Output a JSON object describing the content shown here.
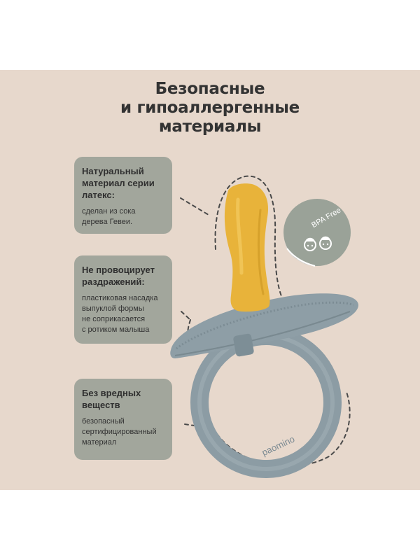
{
  "title": {
    "line1": "Безопасные",
    "line2": "и гипоаллергенные",
    "line3": "материалы"
  },
  "cards": [
    {
      "heading_lines": [
        "Натуральный",
        "материал серии",
        "латекс:"
      ],
      "body_lines": [
        "сделан из сока",
        "дерева Гевеи."
      ]
    },
    {
      "heading_lines": [
        "Не провоцирует",
        "раздражений:"
      ],
      "body_lines": [
        "пластиковая насадка",
        "выпуклой формы",
        "не соприкасается",
        "с ротиком малыша"
      ]
    },
    {
      "heading_lines": [
        "Без вредных",
        "веществ"
      ],
      "body_lines": [
        "безопасный",
        "сертифицированный",
        "материал"
      ]
    }
  ],
  "badge": {
    "text": "BPA Free"
  },
  "ring_brand": "paomino",
  "colors": {
    "background": "#e7d8cc",
    "card": "#a2a69c",
    "nipple": "#e8b33a",
    "pacifier_gray": "#8e9ea6",
    "badge": "#9aa298"
  }
}
